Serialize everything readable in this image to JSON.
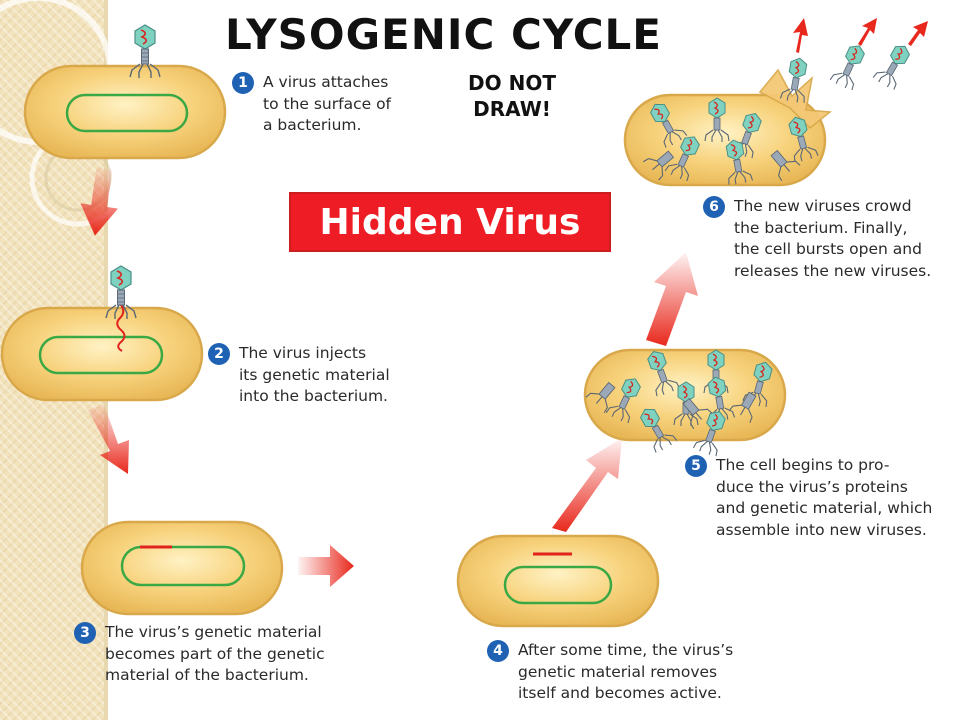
{
  "title": "LYSOGENIC CYCLE",
  "warning": {
    "line1": "DO NOT",
    "line2": "DRAW!"
  },
  "banner": {
    "text": "Hidden Virus",
    "color": "#ee1d25",
    "text_color": "#ffffff"
  },
  "colors": {
    "cell_fill": "#f7d27c",
    "cell_outline": "#d9a84a",
    "dna": "#3aa844",
    "viral_dna": "#e0231d",
    "arrow": "#e8281c",
    "badge": "#1f62b4",
    "virus_head": "#7fd1c0",
    "virus_body": "#9aa8b8",
    "strip": "#f3e3bd"
  },
  "steps": [
    {
      "number": "1",
      "lines": [
        "A virus attaches",
        "to the surface of",
        "a bacterium."
      ]
    },
    {
      "number": "2",
      "lines": [
        "The virus injects",
        "its genetic material",
        "into the bacterium."
      ]
    },
    {
      "number": "3",
      "lines": [
        "The virus’s genetic material",
        "becomes part of the genetic",
        "material of the bacterium."
      ]
    },
    {
      "number": "4",
      "lines": [
        "After some time, the virus’s",
        "genetic material removes",
        "itself and becomes active."
      ]
    },
    {
      "number": "5",
      "lines": [
        "The cell begins to pro-",
        "duce the virus’s proteins",
        "and genetic material, which",
        "assemble into new viruses."
      ]
    },
    {
      "number": "6",
      "lines": [
        "The new viruses crowd",
        "the bacterium. Finally,",
        "the cell bursts open and",
        "releases the new viruses."
      ]
    }
  ],
  "icons": [
    "bacteriophage-icon",
    "arrow-icon",
    "release-arrow-icon"
  ]
}
